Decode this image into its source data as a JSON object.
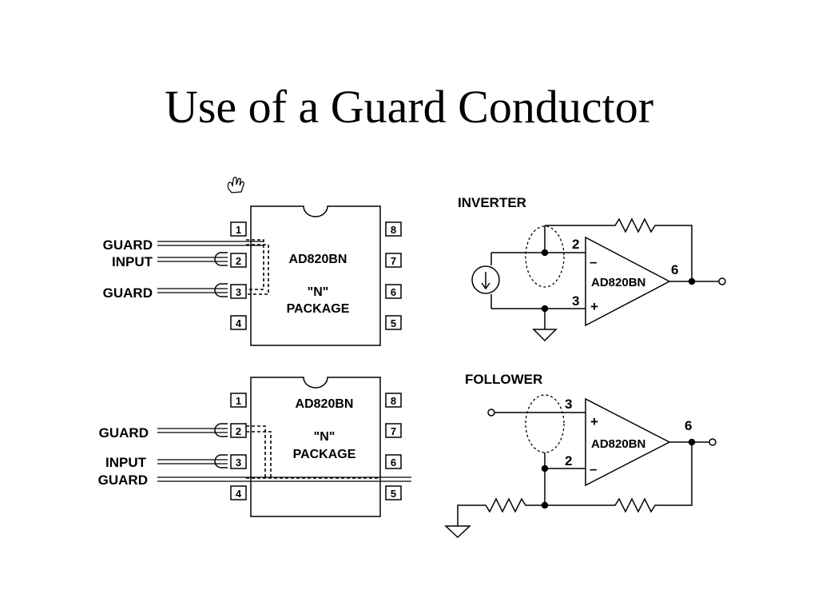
{
  "slide": {
    "title": "Use of a Guard Conductor"
  },
  "colors": {
    "ink": "#000000",
    "background": "#ffffff"
  },
  "icons": {
    "cursor": "hand-cursor-icon"
  },
  "top_package": {
    "part": "AD820BN",
    "package_line1": "\"N\"",
    "package_line2": "PACKAGE",
    "left_pins": [
      "1",
      "2",
      "3",
      "4"
    ],
    "right_pins": [
      "8",
      "7",
      "6",
      "5"
    ],
    "labels": {
      "guard_upper": "GUARD",
      "input": "INPUT",
      "guard_lower": "GUARD"
    }
  },
  "bottom_package": {
    "part": "AD820BN",
    "package_line1": "\"N\"",
    "package_line2": "PACKAGE",
    "left_pins": [
      "1",
      "2",
      "3",
      "4"
    ],
    "right_pins": [
      "8",
      "7",
      "6",
      "5"
    ],
    "labels": {
      "guard_upper": "GUARD",
      "input": "INPUT",
      "guard_lower": "GUARD"
    }
  },
  "inverter": {
    "title": "INVERTER",
    "opamp": "AD820BN",
    "pin_inv": "2",
    "pin_noninv": "3",
    "pin_out": "6",
    "minus": "–",
    "plus": "+"
  },
  "follower": {
    "title": "FOLLOWER",
    "opamp": "AD820BN",
    "pin_noninv": "3",
    "pin_inv": "2",
    "pin_out": "6",
    "minus": "–",
    "plus": "+"
  }
}
